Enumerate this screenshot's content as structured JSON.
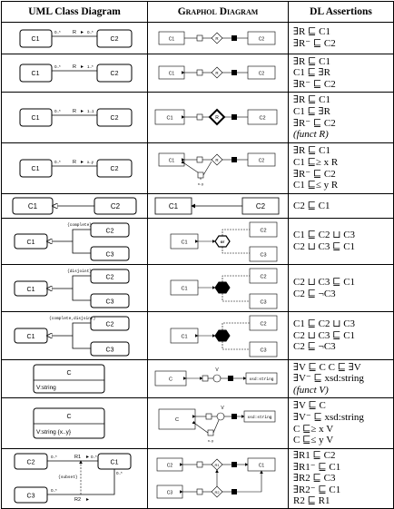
{
  "headers": {
    "uml": "UML Class Diagram",
    "graphol": "Graphol Diagram",
    "dl": "DL Assertions"
  },
  "labels": {
    "c1": "C1",
    "c2": "C2",
    "c3": "C3",
    "c": "C",
    "r": "R",
    "r1": "R1",
    "r2": "R2",
    "v": "V",
    "or": "or",
    "xsd": "xsd:string",
    "vstring": "V:string",
    "vstringxy": "V:string {x..y}",
    "complete": "{complete}",
    "disjoint": "{disjoint}",
    "completedisjoint": "{complete,disjoint}",
    "subset": "{subset}",
    "m0n": "0..*",
    "m11": "1..1",
    "m1n": "1..*",
    "mxy": "x..y",
    "m0n_alt": "0..*",
    "mxy_graphol": "x..y"
  },
  "rows": [
    {
      "dl": [
        "∃R ⊑ C1",
        "∃R⁻ ⊑ C2"
      ]
    },
    {
      "dl": [
        "∃R ⊑ C1",
        "C1 ⊑ ∃R",
        "∃R⁻ ⊑ C2"
      ]
    },
    {
      "dl": [
        "∃R ⊑ C1",
        "C1 ⊑ ∃R",
        "∃R⁻ ⊑ C2",
        "(funct R)"
      ]
    },
    {
      "dl": [
        "∃R ⊑ C1",
        "C1 ⊑≥ x R",
        "∃R⁻ ⊑ C2",
        "C1 ⊑≤ y R"
      ]
    },
    {
      "dl": [
        "C2 ⊑ C1"
      ]
    },
    {
      "dl": [
        "C1 ⊑ C2 ⊔ C3",
        "C2 ⊔ C3 ⊑ C1"
      ]
    },
    {
      "dl": [
        "C2 ⊔ C3 ⊑ C1",
        "C2 ⊑ ¬C3"
      ]
    },
    {
      "dl": [
        "C1 ⊑ C2 ⊔ C3",
        "C2 ⊔ C3 ⊑ C1",
        "C2 ⊑ ¬C3"
      ]
    },
    {
      "dl": [
        "∃V ⊑ C    C ⊑ ∃V",
        "∃V⁻ ⊑ xsd:string",
        "(funct V)"
      ]
    },
    {
      "dl": [
        "∃V ⊑ C",
        "∃V⁻ ⊑ xsd:string",
        "C ⊑≥ x V",
        "C ⊑≤ y V"
      ]
    },
    {
      "dl": [
        "∃R1 ⊑ C2",
        "∃R1⁻ ⊑ C1",
        "∃R2 ⊑ C3",
        "∃R2⁻ ⊑ C1",
        "R2 ⊑ R1"
      ]
    }
  ]
}
